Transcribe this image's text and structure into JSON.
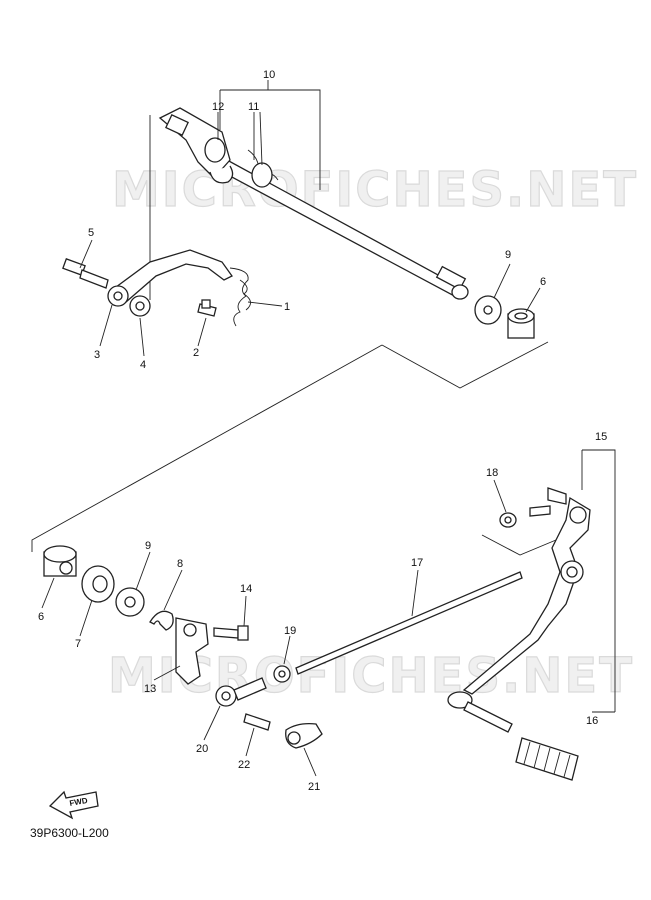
{
  "watermark": "MICROFICHES.NET",
  "diagram_code": "39P6300-L200",
  "fwd_label": "FWD",
  "callouts": [
    {
      "id": "c1",
      "text": "1"
    },
    {
      "id": "c2",
      "text": "2"
    },
    {
      "id": "c3",
      "text": "3"
    },
    {
      "id": "c4",
      "text": "4"
    },
    {
      "id": "c5",
      "text": "5"
    },
    {
      "id": "c6a",
      "text": "6"
    },
    {
      "id": "c6b",
      "text": "6"
    },
    {
      "id": "c7",
      "text": "7"
    },
    {
      "id": "c8",
      "text": "8"
    },
    {
      "id": "c9a",
      "text": "9"
    },
    {
      "id": "c9b",
      "text": "9"
    },
    {
      "id": "c10",
      "text": "10"
    },
    {
      "id": "c11",
      "text": "11"
    },
    {
      "id": "c12",
      "text": "12"
    },
    {
      "id": "c13",
      "text": "13"
    },
    {
      "id": "c14",
      "text": "14"
    },
    {
      "id": "c15",
      "text": "15"
    },
    {
      "id": "c16",
      "text": "16"
    },
    {
      "id": "c17",
      "text": "17"
    },
    {
      "id": "c18",
      "text": "18"
    },
    {
      "id": "c19",
      "text": "19"
    },
    {
      "id": "c20",
      "text": "20"
    },
    {
      "id": "c21",
      "text": "21"
    },
    {
      "id": "c22",
      "text": "22"
    }
  ]
}
